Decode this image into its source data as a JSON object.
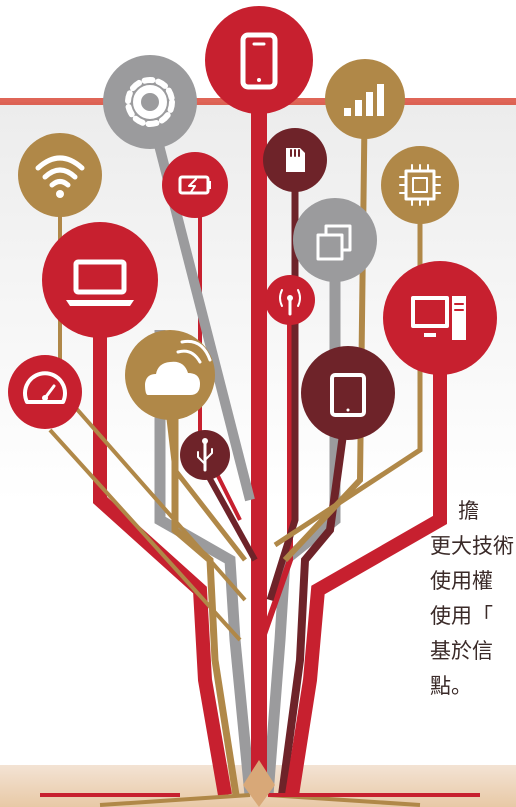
{
  "colors": {
    "red": "#c7202f",
    "gold": "#b08848",
    "gray": "#9b9b9d",
    "maroon": "#6e2329",
    "header_band": "#d94a3a"
  },
  "icons": [
    "smartphone-icon",
    "gear-icon",
    "signal-bars-icon",
    "sd-card-icon",
    "wifi-icon",
    "battery-charging-icon",
    "cpu-chip-icon",
    "windows-icon",
    "laptop-icon",
    "antenna-signal-icon",
    "desktop-computer-icon",
    "speedometer-icon",
    "cloud-icon",
    "tablet-icon",
    "usb-icon"
  ],
  "body_text": {
    "lines": [
      "擔",
      "更大技術",
      "使用權",
      "使用「",
      "基於信",
      "點。"
    ]
  }
}
